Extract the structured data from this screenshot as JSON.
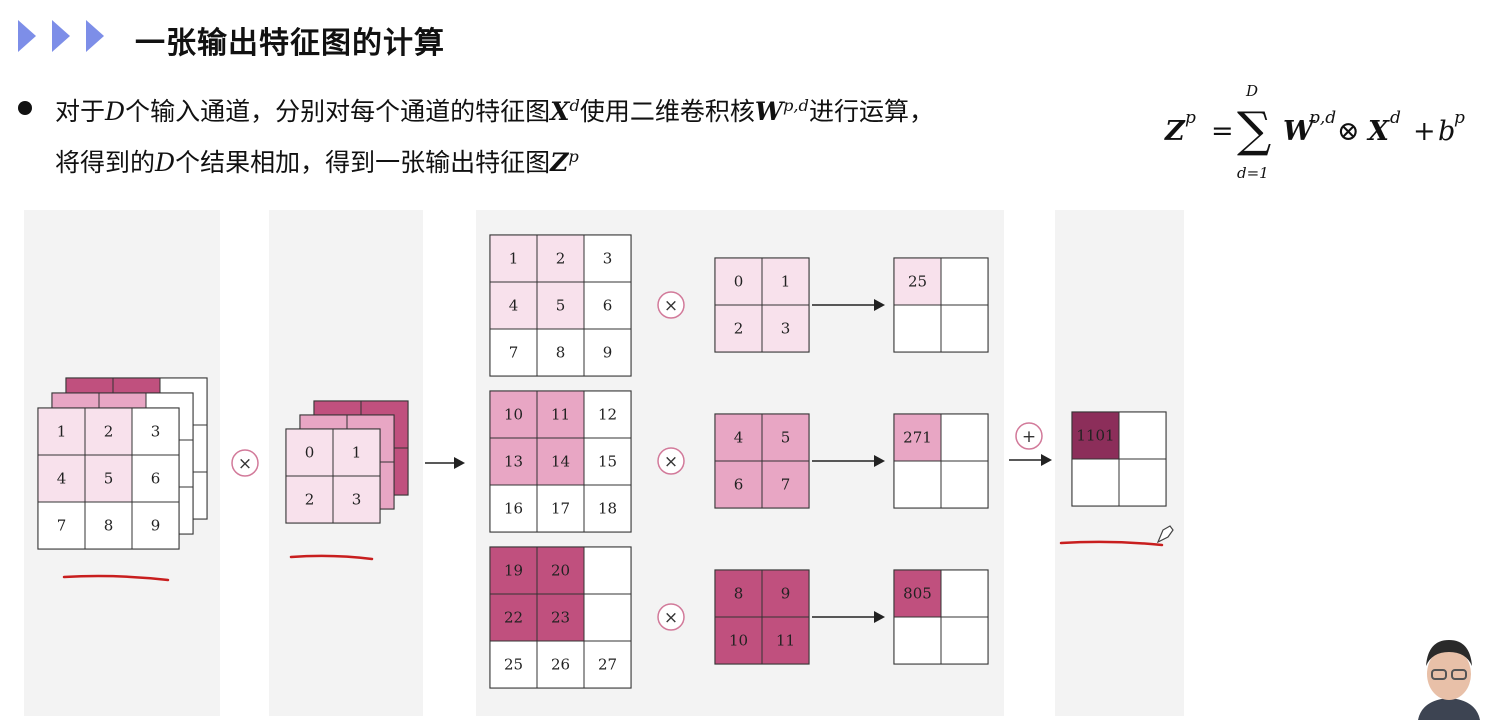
{
  "title": "一张输出特征图的计算",
  "description": {
    "line1": [
      "对于",
      "D",
      "个输入通道，分别对每个通道的特征图",
      "X",
      "d",
      "使用二维卷积核",
      "W",
      "p,d",
      "进行运算，"
    ],
    "line2": [
      "将得到的",
      "D",
      "个结果相加，得到一张输出特征图",
      "Z",
      "p"
    ]
  },
  "formula": {
    "lhs": "Z",
    "lhs_sup": "p",
    "equals": "=",
    "sum_symbol": "∑",
    "upper": "D",
    "lower": "d=1",
    "w": "W",
    "w_sup": "p,d",
    "otimes": "⊗",
    "x": "X",
    "x_sup": "d",
    "plus": "+",
    "b": "b",
    "b_sup": "p"
  },
  "colors": {
    "light": "#f8e1ec",
    "medium": "#e8a6c4",
    "dark": "#c0507e",
    "darkest": "#8c2e5a",
    "panel": "#f3f3f3",
    "accent_red": "#c81e1e",
    "op_circle": "#d27a9a",
    "chevron": "#7d8ee8"
  },
  "diagram": {
    "input_stack": [
      [
        "1",
        "2",
        "3"
      ],
      [
        "4",
        "5",
        "6"
      ],
      [
        "7",
        "8",
        "9"
      ]
    ],
    "kernel_stack": [
      [
        "0",
        "1"
      ],
      [
        "2",
        "3"
      ]
    ],
    "multiply_symbol": "×",
    "plus_symbol": "+",
    "rows": [
      {
        "input": [
          [
            "1",
            "2",
            "3"
          ],
          [
            "4",
            "5",
            "6"
          ],
          [
            "7",
            "8",
            "9"
          ]
        ],
        "kernel": [
          [
            "0",
            "1"
          ],
          [
            "2",
            "3"
          ]
        ],
        "result": [
          [
            "25",
            ""
          ],
          [
            "",
            ""
          ]
        ],
        "shade": "light"
      },
      {
        "input": [
          [
            "10",
            "11",
            "12"
          ],
          [
            "13",
            "14",
            "15"
          ],
          [
            "16",
            "17",
            "18"
          ]
        ],
        "kernel": [
          [
            "4",
            "5"
          ],
          [
            "6",
            "7"
          ]
        ],
        "result": [
          [
            "271",
            ""
          ],
          [
            "",
            ""
          ]
        ],
        "shade": "medium"
      },
      {
        "input": [
          [
            "19",
            "20",
            ""
          ],
          [
            "22",
            "23",
            ""
          ],
          [
            "25",
            "26",
            "27"
          ]
        ],
        "kernel": [
          [
            "8",
            "9"
          ],
          [
            "10",
            "11"
          ]
        ],
        "result": [
          [
            "805",
            ""
          ],
          [
            "",
            ""
          ]
        ],
        "shade": "dark"
      }
    ],
    "output": [
      [
        "1101",
        ""
      ],
      [
        "",
        ""
      ]
    ]
  }
}
